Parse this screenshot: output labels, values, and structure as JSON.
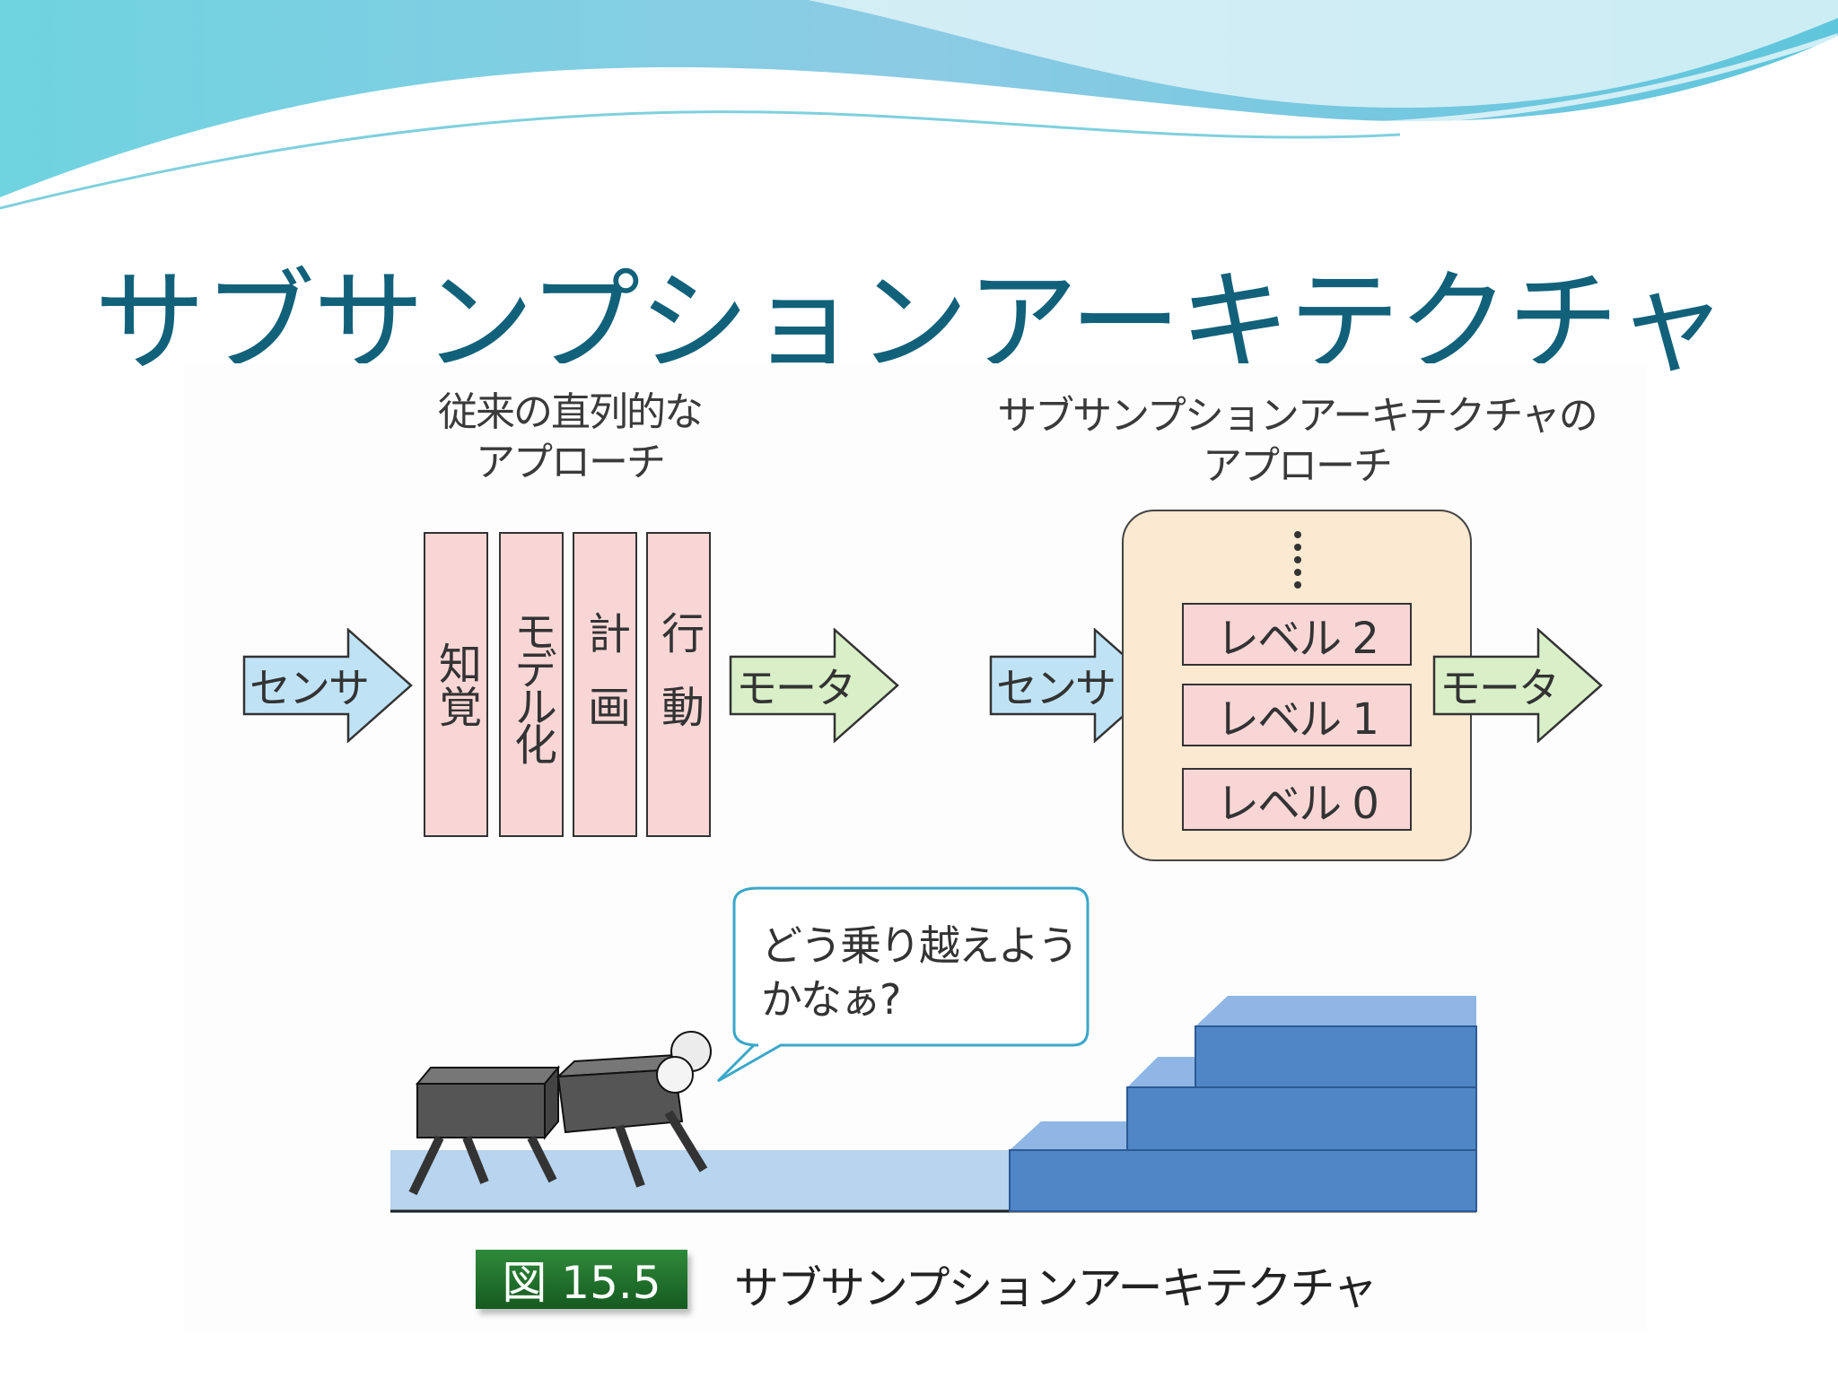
{
  "slide": {
    "title": "サブサンプションアーキテクチャ"
  },
  "left_diagram": {
    "heading_line1": "従来の直列的な",
    "heading_line2": "アプローチ",
    "input_label": "センサ",
    "output_label": "モータ",
    "stages": [
      {
        "text": "知覚"
      },
      {
        "text": "モデル化"
      },
      {
        "text": "計画"
      },
      {
        "text": "行動"
      }
    ]
  },
  "right_diagram": {
    "heading_line1": "サブサンプションアーキテクチャの",
    "heading_line2": "アプローチ",
    "input_label": "センサ",
    "output_label": "モータ",
    "levels": [
      "レベル 2",
      "レベル 1",
      "レベル 0"
    ]
  },
  "illustration": {
    "bubble_line1": "どう乗り越えよう",
    "bubble_line2": "かなぁ?"
  },
  "figure": {
    "number": "図 15.5",
    "caption": "サブサンプションアーキテクチャ"
  },
  "colors": {
    "title": "#12617a",
    "stage_fill": "#f9d6d6",
    "input_arrow": "#bfe3f5",
    "output_arrow": "#d9efc8",
    "level_box": "#fce9d1",
    "stairs": "#4f86c6",
    "floor": "#b8d4ee",
    "badge": "#1f6e2b"
  }
}
